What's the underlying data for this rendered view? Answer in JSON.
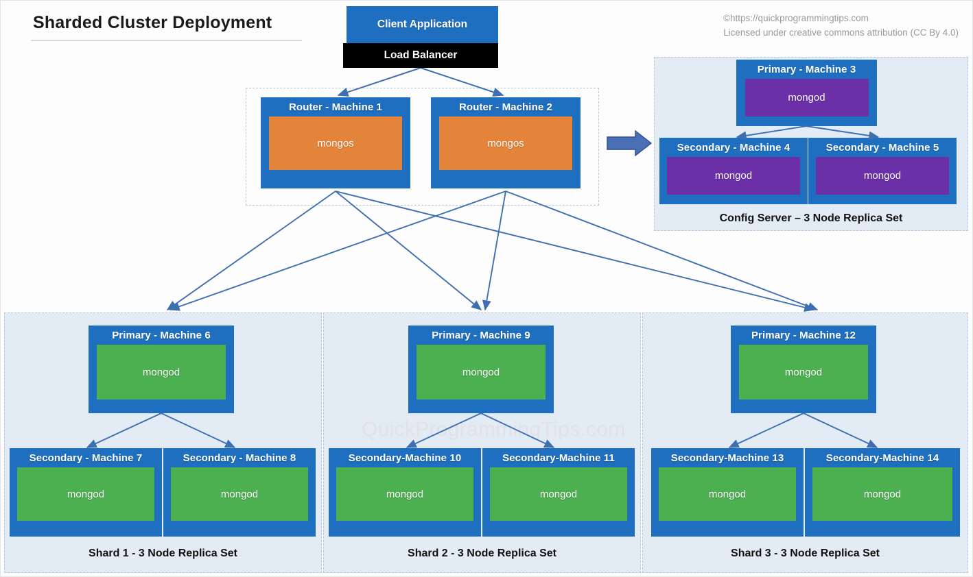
{
  "header": {
    "title": "Sharded Cluster Deployment",
    "credit_line_1": "©https://quickprogrammingtips.com",
    "credit_line_2": "Licensed under creative commons attribution (CC By 4.0)"
  },
  "watermark": "QuickProgrammingTips.com",
  "client": {
    "app_label": "Client Application",
    "load_balancer_label": "Load Balancer"
  },
  "routers": [
    {
      "title": "Router - Machine 1",
      "process": "mongos"
    },
    {
      "title": "Router - Machine 2",
      "process": "mongos"
    }
  ],
  "config_server": {
    "caption": "Config Server – 3 Node Replica Set",
    "primary": {
      "title": "Primary - Machine 3",
      "process": "mongod"
    },
    "secondaries": [
      {
        "title": "Secondary - Machine 4",
        "process": "mongod"
      },
      {
        "title": "Secondary - Machine 5",
        "process": "mongod"
      }
    ]
  },
  "shards": [
    {
      "caption": "Shard 1 - 3 Node Replica Set",
      "primary": {
        "title": "Primary - Machine 6",
        "process": "mongod"
      },
      "secondaries": [
        {
          "title": "Secondary - Machine 7",
          "process": "mongod"
        },
        {
          "title": "Secondary - Machine 8",
          "process": "mongod"
        }
      ]
    },
    {
      "caption": "Shard 2 - 3 Node Replica Set",
      "primary": {
        "title": "Primary - Machine 9",
        "process": "mongod"
      },
      "secondaries": [
        {
          "title": "Secondary-Machine 10",
          "process": "mongod"
        },
        {
          "title": "Secondary-Machine 11",
          "process": "mongod"
        }
      ]
    },
    {
      "caption": "Shard 3 - 3 Node Replica Set",
      "primary": {
        "title": "Primary - Machine 12",
        "process": "mongod"
      },
      "secondaries": [
        {
          "title": "Secondary-Machine 13",
          "process": "mongod"
        },
        {
          "title": "Secondary-Machine 14",
          "process": "mongod"
        }
      ]
    }
  ],
  "colors": {
    "node_blue": "#1F6FC0",
    "mongos_orange": "#E3843A",
    "mongod_green": "#4CAF50",
    "mongod_purple": "#6B2FA8",
    "load_balancer_black": "#000000",
    "panel_background": "#E3EBF4",
    "panel_border": "#B9C7DD",
    "connector_blue": "#3E6FB0"
  }
}
